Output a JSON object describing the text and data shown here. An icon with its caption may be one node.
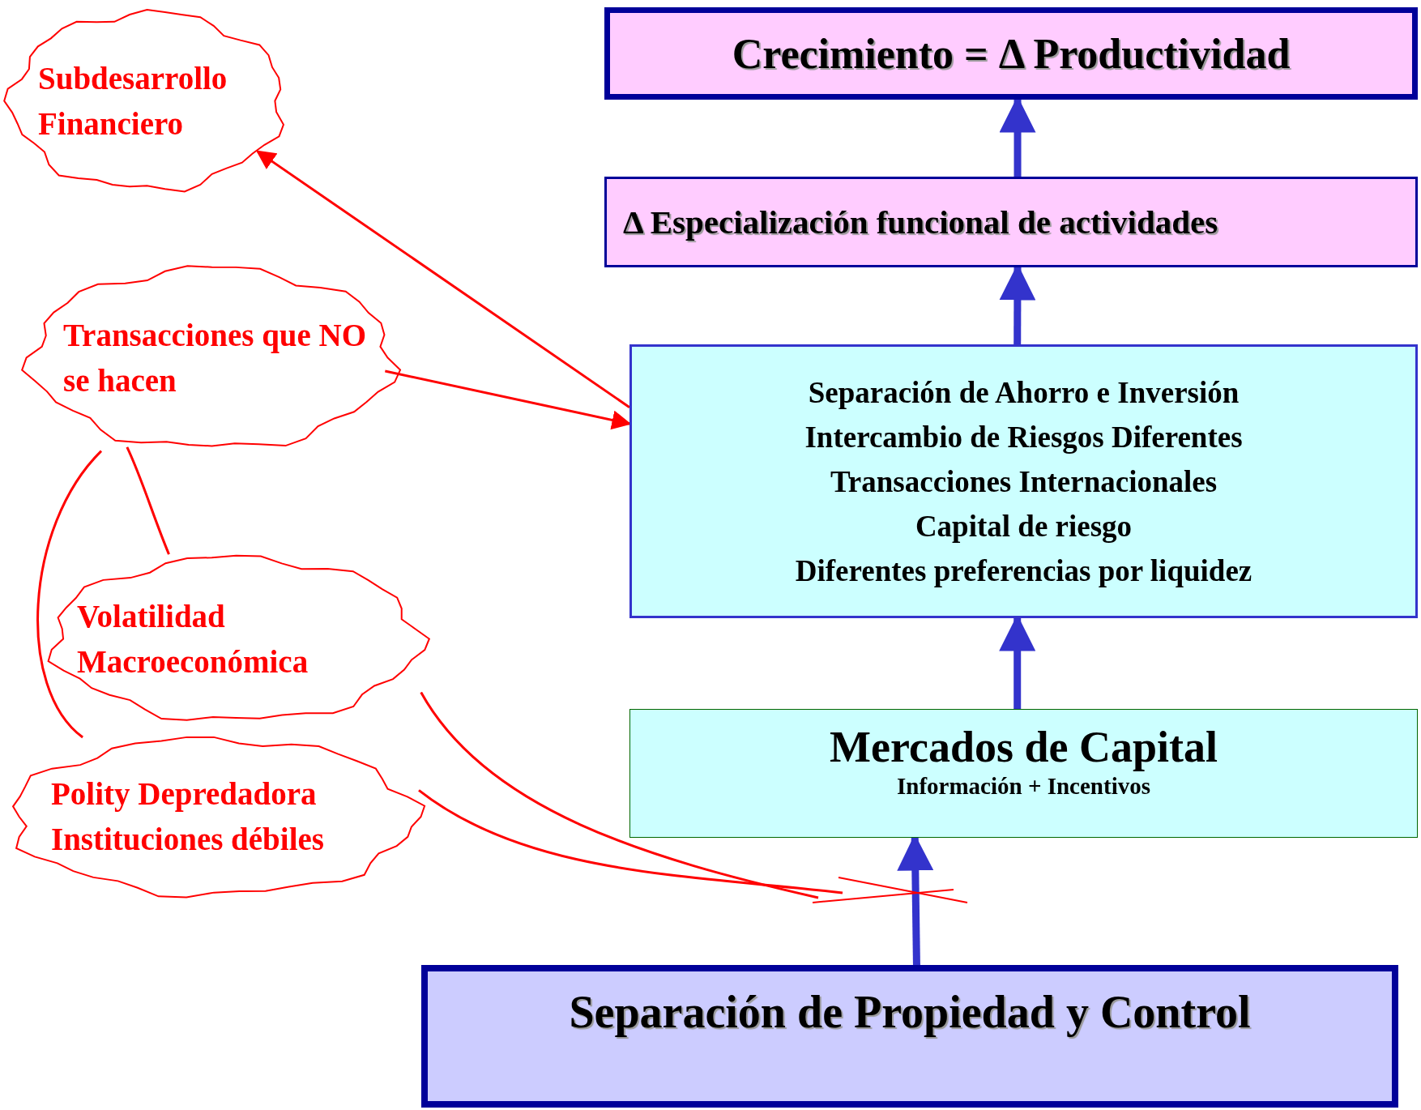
{
  "diagram": {
    "nodes": [
      {
        "text": [
          "Crecimiento = Δ Productividad"
        ]
      },
      {
        "text": [
          "Δ  Especialización funcional de actividades"
        ]
      },
      {
        "text": [
          "Separación de Ahorro e Inversión",
          "Intercambio de Riesgos Diferentes",
          "Transacciones Internacionales",
          "Capital de riesgo",
          "Diferentes preferencias por liquidez"
        ]
      },
      {
        "text": [
          "Mercados de Capital",
          "Información + Incentivos"
        ]
      },
      {
        "text": [
          "Separación de Propiedad y Control"
        ]
      },
      {
        "text": [
          "Subdesarrollo Financiero"
        ]
      },
      {
        "text": [
          "Transacciones que NO se hacen"
        ]
      },
      {
        "text": [
          "Volatilidad Macroeconómica"
        ]
      },
      {
        "text": [
          "Polity Depredadora Instituciones débiles"
        ]
      }
    ],
    "edges": [
      {
        "from": 1,
        "to": 0,
        "arrow": "to",
        "style": "thick",
        "color": "#3333cc"
      },
      {
        "from": 2,
        "to": 1,
        "arrow": "to",
        "style": "thick",
        "color": "#3333cc"
      },
      {
        "from": 3,
        "to": 2,
        "arrow": "to",
        "style": "thick",
        "color": "#3333cc"
      },
      {
        "from": 4,
        "to": 3,
        "arrow": "to",
        "style": "thick",
        "color": "#3333cc"
      },
      {
        "from": 2,
        "to": 5,
        "arrow": "to"
      },
      {
        "from": 6,
        "to": 2,
        "arrow": "to"
      },
      {
        "from": 6,
        "to": 7,
        "arrow": "none"
      },
      {
        "from": 6,
        "to": 8,
        "arrow": "none"
      },
      {
        "from": 7,
        "to": null,
        "arrow": "none"
      },
      {
        "from": 8,
        "to": null,
        "arrow": "none"
      }
    ]
  }
}
